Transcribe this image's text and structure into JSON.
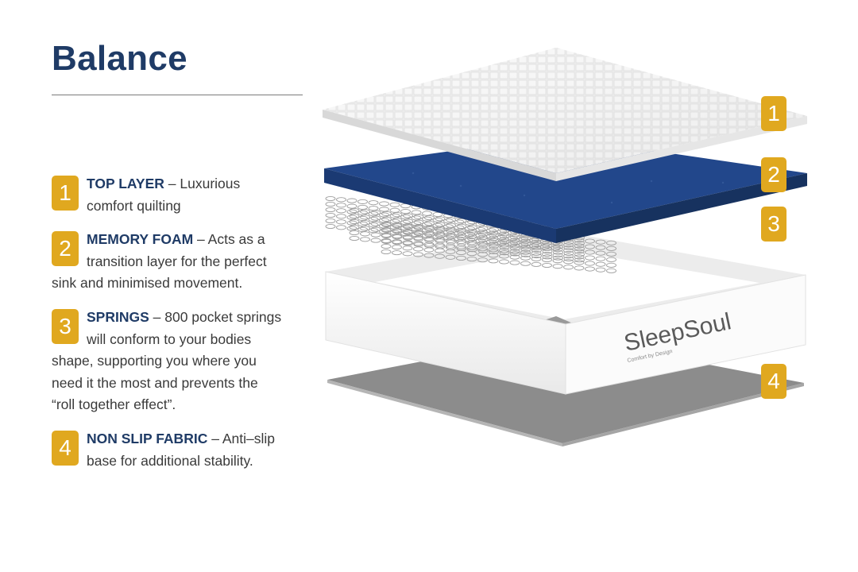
{
  "title": "Balance",
  "features": [
    {
      "number": "1",
      "name": "TOP LAYER",
      "description": " – Luxurious comfort quilting"
    },
    {
      "number": "2",
      "name": "MEMORY FOAM",
      "description": " – Acts as a transition layer for the perfect sink and minimised movement."
    },
    {
      "number": "3",
      "name": "SPRINGS",
      "description": " – 800 pocket springs will conform to your bodies shape, supporting you where you need it the most and prevents the “roll together effect”."
    },
    {
      "number": "4",
      "name": "NON SLIP FABRIC",
      "description": " – Anti–slip base for additional stability."
    }
  ],
  "brand": {
    "logo_text": "SleepSoul",
    "tagline": "Comfort by Design"
  },
  "colors": {
    "navy": "#1f3b66",
    "gold": "#e0a81f",
    "foam": "#1f4488",
    "base": "#8a8a8a"
  }
}
